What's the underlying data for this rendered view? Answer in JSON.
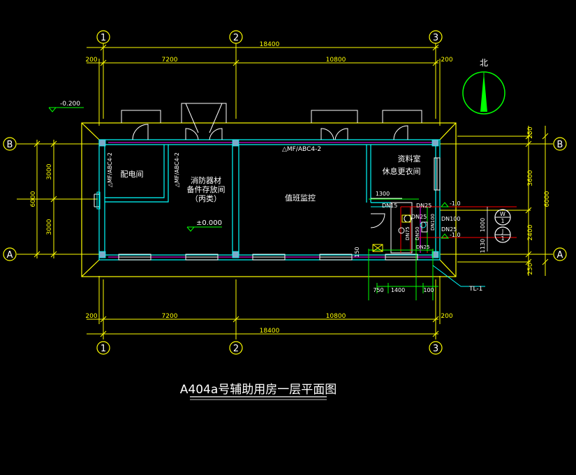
{
  "grid": {
    "cols": [
      "1",
      "2",
      "3"
    ],
    "rows": [
      "B",
      "A"
    ]
  },
  "dims": {
    "top_total": "18400",
    "top_left": "7200",
    "top_right": "10800",
    "top_edge_left": "200",
    "top_edge_right": "200",
    "bottom_total": "18400",
    "bottom_left": "7200",
    "bottom_right": "10800",
    "bottom_edge_left": "200",
    "bottom_edge_right": "200",
    "left_total": "6000",
    "left_upper": "3000",
    "left_lower": "3000",
    "right_total": "6000",
    "right_upper": "3600",
    "right_lower": "2400",
    "right_edge_top": "250",
    "right_edge_bottom": "250",
    "pipe_1300": "1300",
    "pipe_750": "750",
    "pipe_1400": "1400",
    "pipe_100": "100",
    "pipe_150": "150",
    "pipe_1000": "1000",
    "pipe_1130": "1130"
  },
  "levels": {
    "outside": "-0.200",
    "floor": "±0.000",
    "pipe_top": "-1.0",
    "pipe_bottom": "-1.0"
  },
  "rooms": {
    "power": "配电间",
    "fire_line1": "消防器材",
    "fire_line2": "备件存放间",
    "fire_line3": "（丙类）",
    "monitor": "值班监控",
    "rest_line1": "资料室",
    "rest_line2": "休息更衣间"
  },
  "tags": {
    "door_top": "△MF/ABC4-2",
    "door_power": "△MF/ABC4-2",
    "door_fire": "△MF/ABC4-2"
  },
  "pipes": {
    "dn15": "DN15",
    "dn25_a": "DN25",
    "dn25_b": "DN25",
    "dn25_c": "DN25",
    "dn100": "DN100",
    "dn75": "DN75",
    "dn50": "DN50",
    "dn100_b": "DN100",
    "dn25_d": "DN25",
    "tl": "TL-1"
  },
  "legend": {
    "w": "W",
    "w_num": "1",
    "j": "J",
    "j_num": "1"
  },
  "compass": {
    "label": "北"
  },
  "title": "A404a号辅助用房一层平面图",
  "colors": {
    "dim": "#ffff00",
    "wall": "#00ffff",
    "outer": "#ffff00",
    "white": "#ffffff",
    "pipe_green": "#00ff00",
    "pipe_red": "#ff0000",
    "pipe_magenta": "#ff00ff",
    "column": "#7fa9c9"
  }
}
